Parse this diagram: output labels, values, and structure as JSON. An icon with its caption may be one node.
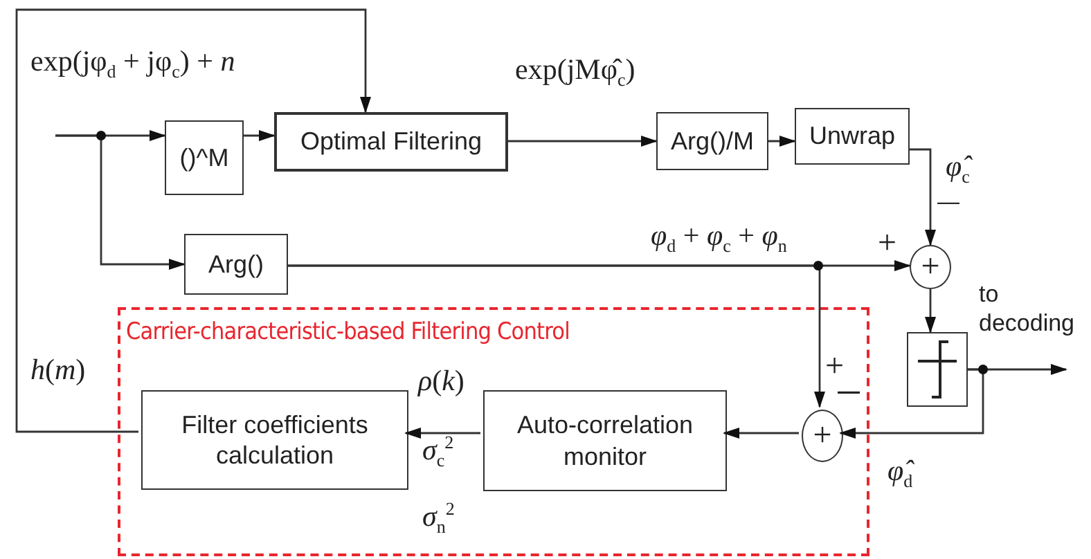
{
  "diagram": {
    "nodes": [
      {
        "text": [
          "Carrier-characteristic-based Filtering Control"
        ]
      },
      {
        "text": [
          "()^M"
        ]
      },
      {
        "text": [
          "Optimal Filtering"
        ]
      },
      {
        "text": [
          "Arg()/M"
        ]
      },
      {
        "text": [
          "Unwrap"
        ]
      },
      {
        "text": [
          "Arg()"
        ]
      },
      {
        "text": [
          "+"
        ]
      },
      {
        "text": [],
        "shape": "box"
      },
      {
        "text": [
          "+"
        ],
        "in": 0
      },
      {
        "text": [
          "Auto-correlation monitor"
        ],
        "in": 0
      },
      {
        "text": [
          "Filter coefficients calculation"
        ],
        "in": 0
      }
    ],
    "edges": [
      {
        "from": null,
        "to": 1,
        "arrow": "to"
      },
      {
        "from": null,
        "to": 5,
        "arrow": "to"
      },
      {
        "from": 1,
        "to": 2,
        "arrow": "to"
      },
      {
        "from": 2,
        "to": 3,
        "arrow": "to"
      },
      {
        "from": 3,
        "to": 4,
        "arrow": "to"
      },
      {
        "from": 4,
        "to": 6,
        "arrow": "to"
      },
      {
        "from": 5,
        "to": 6,
        "arrow": "to"
      },
      {
        "from": 5,
        "to": 8,
        "arrow": "to"
      },
      {
        "from": 6,
        "to": 7,
        "arrow": "to"
      },
      {
        "from": 7,
        "to": null,
        "arrow": "to"
      },
      {
        "from": 7,
        "to": 8,
        "arrow": "to"
      },
      {
        "from": 8,
        "to": 9,
        "arrow": "to"
      },
      {
        "from": 9,
        "to": 10,
        "arrow": "to"
      },
      {
        "from": 10,
        "to": 2,
        "arrow": "to"
      }
    ],
    "labels": [
      "exp(jφ$_{d}$ + jφ$_{c}$) + *n*",
      "exp(jMφ̂$_{c}$)",
      "*φ̂*$_{c}$",
      "—",
      "*φ*$_{d}$ + *φ*$_{c}$ + *φ*$_{n}$",
      "+",
      "to decoding",
      "+",
      "—",
      "*h*(*m*)",
      "*ρ*(*k*)",
      "*σ*$_{c}$$^{2}$",
      "*σ*$_{n}$$^{2}$",
      "*φ̂*$_{d}$"
    ]
  }
}
